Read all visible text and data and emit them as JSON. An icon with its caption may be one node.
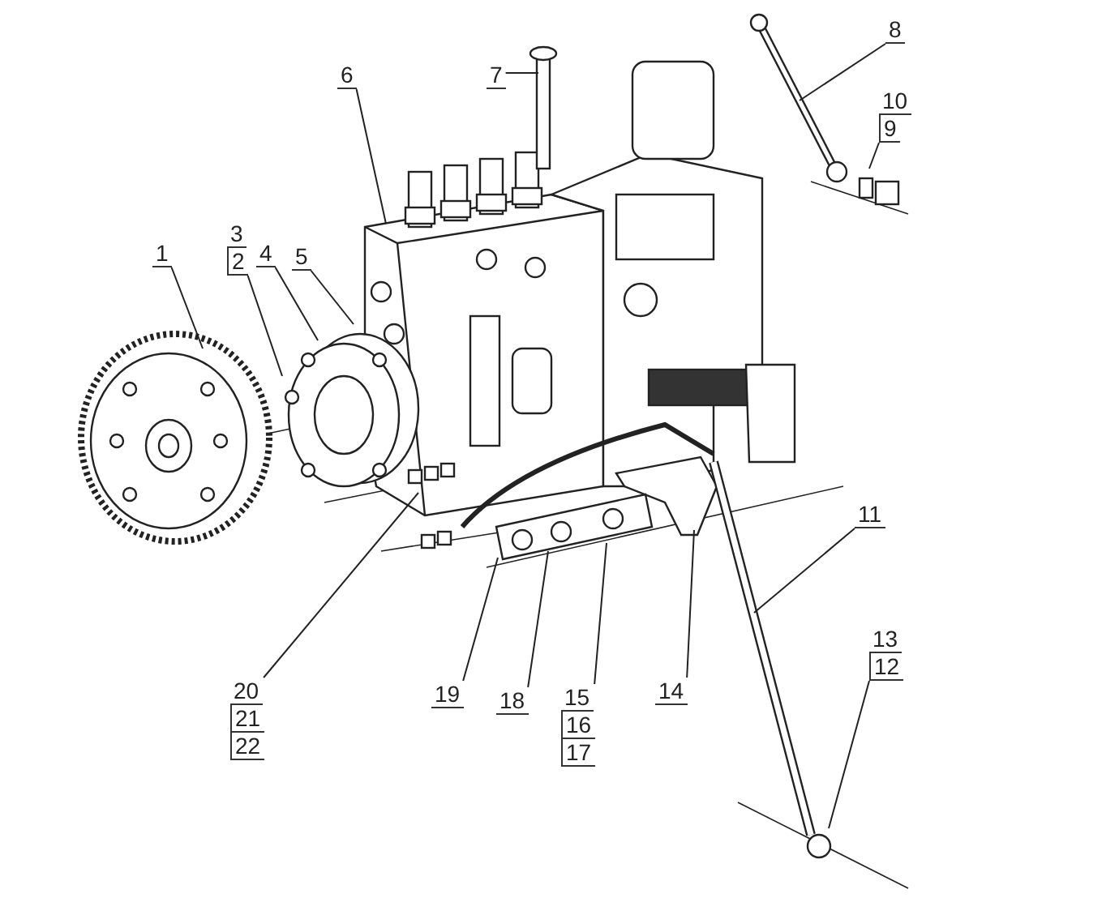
{
  "diagram": {
    "nodes": [
      {
        "text": [
          "1"
        ]
      },
      {
        "text": [
          "3",
          "2"
        ]
      },
      {
        "text": [
          "4"
        ]
      },
      {
        "text": [
          "5"
        ]
      },
      {
        "text": [
          "6"
        ]
      },
      {
        "text": [
          "7"
        ]
      },
      {
        "text": [
          "8"
        ]
      },
      {
        "text": [
          "10",
          "9"
        ]
      },
      {
        "text": [
          "11"
        ]
      },
      {
        "text": [
          "13",
          "12"
        ]
      },
      {
        "text": [
          "14"
        ]
      },
      {
        "text": [
          "15",
          "16",
          "17"
        ]
      },
      {
        "text": [
          "18"
        ]
      },
      {
        "text": [
          "19"
        ]
      },
      {
        "text": [
          "20",
          "21",
          "22"
        ]
      }
    ],
    "edges": [
      {
        "from": 0,
        "to": null,
        "arrow": "none"
      },
      {
        "from": 1,
        "to": null,
        "arrow": "none"
      },
      {
        "from": 2,
        "to": null,
        "arrow": "none"
      },
      {
        "from": 3,
        "to": null,
        "arrow": "none"
      },
      {
        "from": 4,
        "to": null,
        "arrow": "none"
      },
      {
        "from": 5,
        "to": null,
        "arrow": "none"
      },
      {
        "from": 6,
        "to": null,
        "arrow": "none"
      },
      {
        "from": 7,
        "to": null,
        "arrow": "none"
      },
      {
        "from": 8,
        "to": null,
        "arrow": "none"
      },
      {
        "from": 9,
        "to": null,
        "arrow": "none"
      },
      {
        "from": 10,
        "to": null,
        "arrow": "none"
      },
      {
        "from": 11,
        "to": null,
        "arrow": "none"
      },
      {
        "from": 12,
        "to": null,
        "arrow": "none"
      },
      {
        "from": 13,
        "to": null,
        "arrow": "none"
      },
      {
        "from": 14,
        "to": null,
        "arrow": "none"
      }
    ]
  }
}
